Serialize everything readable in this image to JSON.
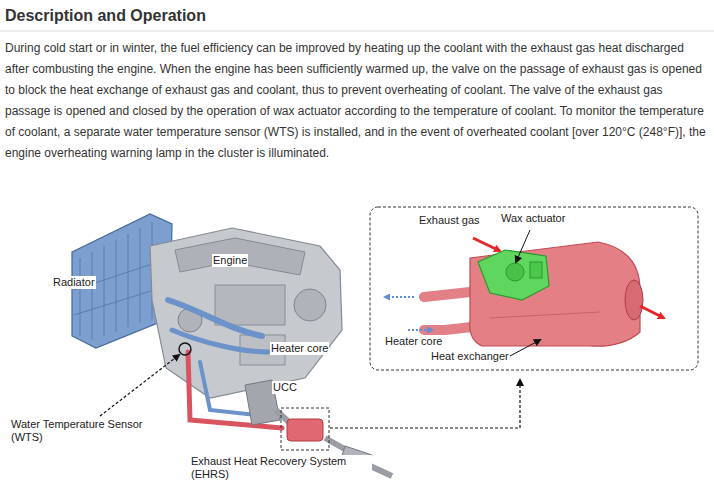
{
  "diagram": {
    "title": "Description and Operation",
    "labels": [
      "During cold start or in winter, the fuel efficiency can be improved by heating up the coolant with the exhaust gas heat discharged after combusting the engine. When the engine has been sufficiently warmed up, the valve on the passage of exhaust gas is opened to block the heat exchange of exhaust gas and coolant, thus to prevent overheating of coolant. The valve of the exhaust gas passage is opened and closed by the operation of wax actuator according to the temperature of coolant. To monitor the temperature of coolant, a separate water temperature sensor (WTS) is installed, and in the event of overheated coolant [over 120°C (248°F)], the engine overheating warning lamp in the cluster is illuminated.",
      "Radiator",
      "Engine",
      "Heater core",
      "UCC",
      "Water Temperature Sensor (WTS)",
      "Exhaust Heat Recovery System (EHRS)",
      "Exhaust gas",
      "Wax actuator",
      "Heater core",
      "Heat exchanger"
    ]
  }
}
